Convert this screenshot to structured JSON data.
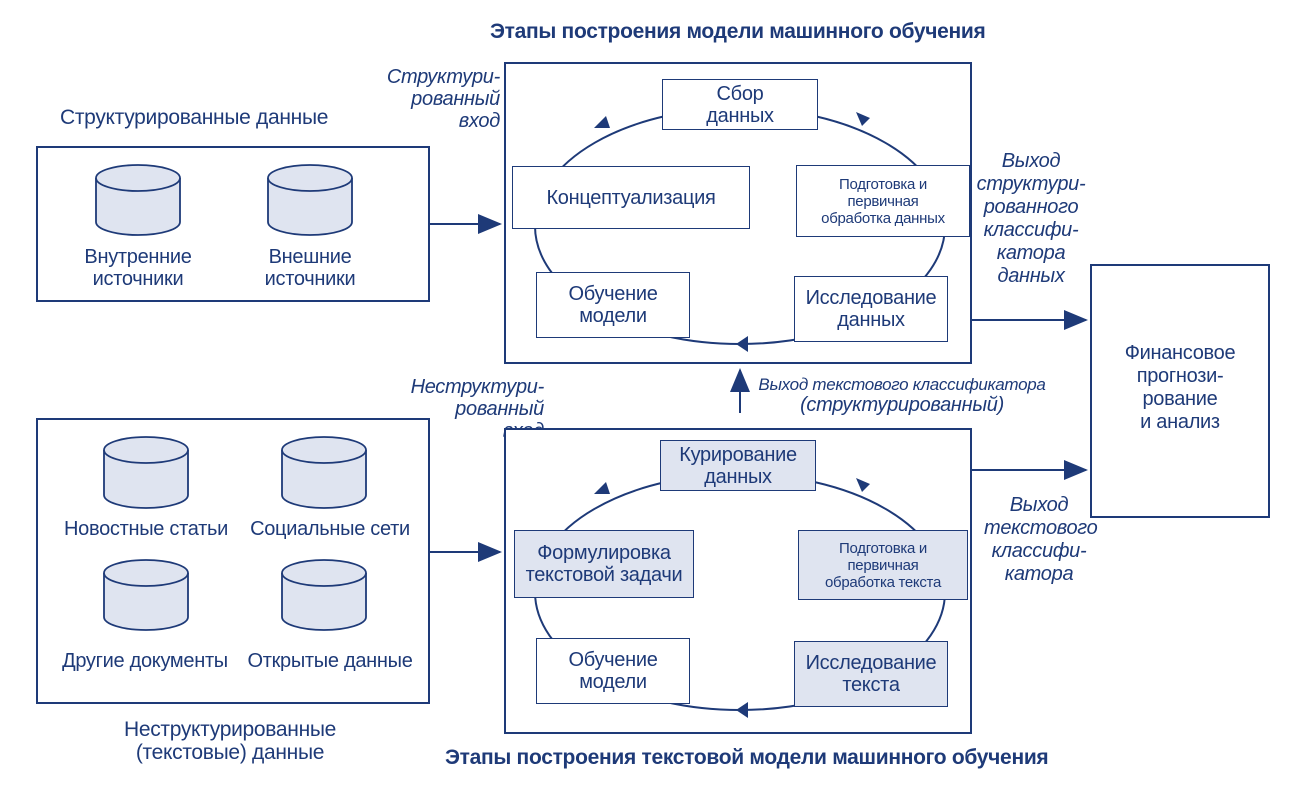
{
  "titles": {
    "ml_stages": "Этапы построения модели машинного обучения",
    "text_ml_stages": "Этапы построения текстовой модели машинного обучения"
  },
  "structured_data": {
    "heading": "Структурированные данные",
    "sources": [
      {
        "line1": "Внутренние",
        "line2": "источники"
      },
      {
        "line1": "Внешние",
        "line2": "источники"
      }
    ]
  },
  "unstructured_data": {
    "heading_line1": "Неструктурированные",
    "heading_line2": "(текстовые) данные",
    "sources": [
      "Новостные статьи",
      "Социальные сети",
      "Другие документы",
      "Открытые данные"
    ]
  },
  "inputs": {
    "structured": [
      "Структури-",
      "рованный",
      "вход"
    ],
    "unstructured": [
      "Неструктури-",
      "рованный",
      "вход"
    ]
  },
  "ml_cycle": {
    "collect": [
      "Сбор",
      "данных"
    ],
    "prepare": [
      "Подготовка и",
      "первичная",
      "обработка данных"
    ],
    "explore": [
      "Исследование",
      "данных"
    ],
    "train": [
      "Обучение",
      "модели"
    ],
    "concept": [
      "Концептуализация"
    ]
  },
  "text_cycle": {
    "curate": [
      "Курирование",
      "данных"
    ],
    "prepare": [
      "Подготовка и",
      "первичная",
      "обработка текста"
    ],
    "explore": [
      "Исследование",
      "текста"
    ],
    "train": [
      "Обучение",
      "модели"
    ],
    "formulate": [
      "Формулировка",
      "текстовой задачи"
    ]
  },
  "outputs": {
    "structured": [
      "Выход",
      "структури-",
      "рованного",
      "классифи-",
      "катора",
      "данных"
    ],
    "text_classifier_structured": [
      "Выход текстового классификатора",
      "(структурированный)"
    ],
    "text": [
      "Выход",
      "текстового",
      "классифи-",
      "катора"
    ]
  },
  "result": [
    "Финансовое",
    "прогнози-",
    "рование",
    "и анализ"
  ],
  "colors": {
    "ink": "#1e3a78",
    "shade": "#dfe4f0",
    "background": "#ffffff"
  }
}
